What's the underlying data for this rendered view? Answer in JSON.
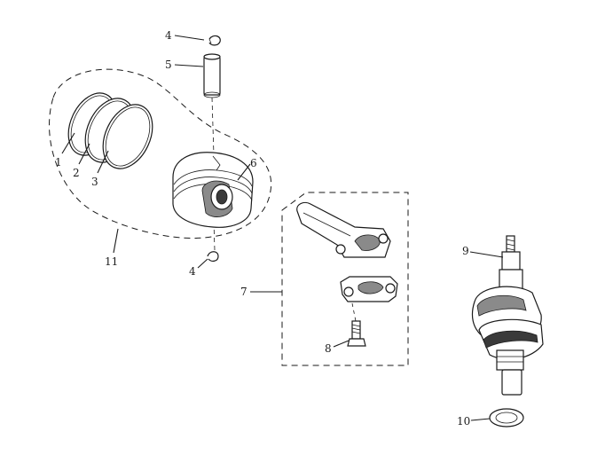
{
  "callouts": {
    "c1": "1",
    "c2": "2",
    "c3": "3",
    "c4a": "4",
    "c4b": "4",
    "c5": "5",
    "c6": "6",
    "c7": "7",
    "c8": "8",
    "c9": "9",
    "c10": "10",
    "c11": "11"
  }
}
